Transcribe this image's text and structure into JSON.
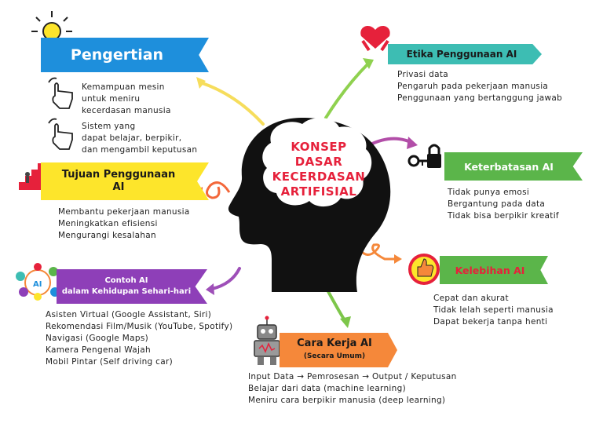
{
  "center": {
    "line1": "KONSEP",
    "line2": "DASAR",
    "line3": "KECERDASAN",
    "line4": "ARTIFISIAL"
  },
  "pengertian": {
    "title": "Pengertian",
    "item1": [
      "Kemampuan mesin",
      "untuk meniru",
      "kecerdasan manusia"
    ],
    "item2": [
      "Sistem yang",
      "dapat belajar, berpikir,",
      "dan mengambil keputusan"
    ]
  },
  "tujuan": {
    "title_line1": "Tujuan Penggunaan",
    "title_line2": "AI",
    "items": [
      "Membantu pekerjaan manusia",
      "Meningkatkan efisiensi",
      "Mengurangi kesalahan"
    ]
  },
  "contoh": {
    "title_line1": "Contoh AI",
    "title_line2": "dalam Kehidupan Sehari-hari",
    "items": [
      "Asisten Virtual (Google Assistant, Siri)",
      "Rekomendasi Film/Musik (YouTube, Spotify)",
      "Navigasi (Google Maps)",
      "Kamera Pengenal Wajah",
      "Mobil Pintar (Self driving car)"
    ]
  },
  "cara_kerja": {
    "title": "Cara Kerja AI",
    "subtitle": "(Secara Umum)",
    "items": [
      "Input Data → Pemrosesan → Output / Keputusan",
      "Belajar dari data (machine learning)",
      "Meniru cara berpikir manusia (deep learning)"
    ]
  },
  "etika": {
    "title": "Etika Penggunaan AI",
    "items": [
      "Privasi data",
      "Pengaruh pada pekerjaan manusia",
      "Penggunaan yang bertanggung jawab"
    ]
  },
  "keterbatasan": {
    "title": "Keterbatasan AI",
    "items": [
      "Tidak punya emosi",
      "Bergantung pada data",
      "Tidak bisa berpikir kreatif"
    ]
  },
  "kelebihan": {
    "title": "Kelebihan AI",
    "items": [
      "Cepat dan akurat",
      "Tidak lelah seperti manusia",
      "Dapat bekerja tanpa henti"
    ]
  },
  "colors": {
    "blue": "#1e8fdc",
    "yellow": "#fde52b",
    "purple": "#8e3fb8",
    "orange": "#f5883a",
    "green": "#5bb54a",
    "red": "#e6213b",
    "teal": "#3dbdb3"
  }
}
